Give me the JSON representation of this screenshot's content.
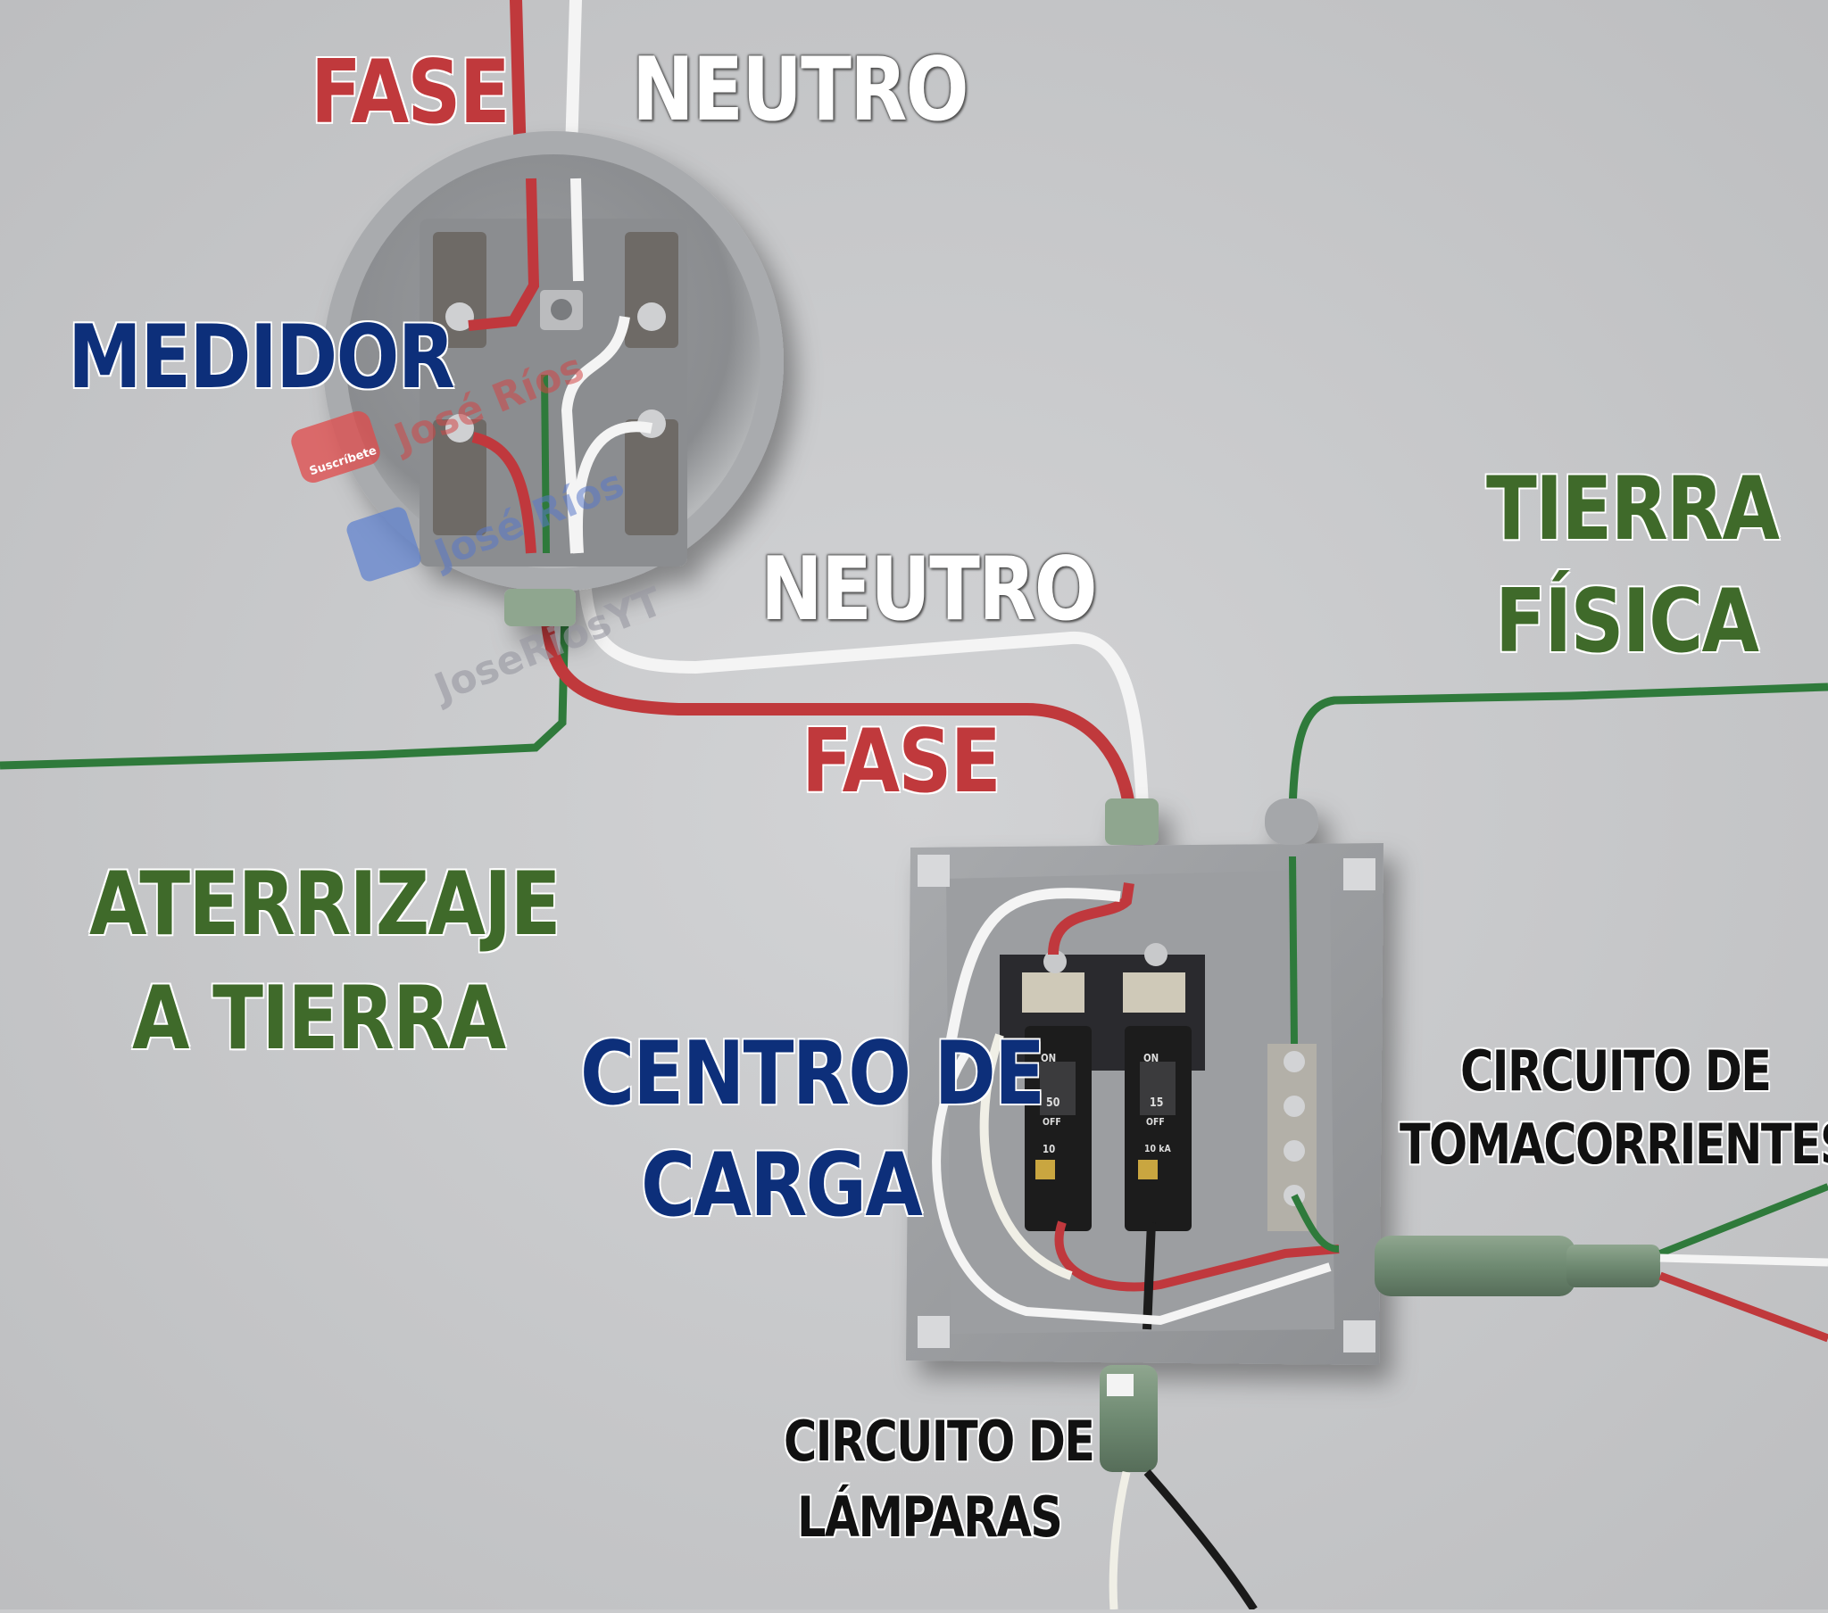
{
  "labels": {
    "fase_top": "FASE",
    "neutro_top": "NEUTRO",
    "medidor": "MEDIDOR",
    "neutro_mid": "NEUTRO",
    "fase_mid": "FASE",
    "tierra_fisica_1": "TIERRA",
    "tierra_fisica_2": "FÍSICA",
    "aterrizaje_1": "ATERRIZAJE",
    "aterrizaje_2": "A TIERRA",
    "centro_1": "CENTRO DE",
    "centro_2": "CARGA",
    "tomas_1": "CIRCUITO DE",
    "tomas_2": "TOMACORRIENTES",
    "lamparas_1": "CIRCUITO DE",
    "lamparas_2": "LÁMPARAS"
  },
  "breakers": {
    "on_label": "ON",
    "off_label": "OFF",
    "rating_left": "50",
    "rating_right": "15",
    "ka_left": "10",
    "ka_right": "10 kA"
  },
  "watermark": {
    "youtube": "José Ríos",
    "facebook": "José Ríos",
    "tiktok": "JoseRiosYT",
    "subscribe": "Suscríbete"
  },
  "colors": {
    "fase": "#c0393c",
    "neutro": "#ffffff",
    "tierra": "#3f6a2a",
    "medidor": "#0d2f7a",
    "centro": "#0d2f7a",
    "circuito": "#111111"
  }
}
